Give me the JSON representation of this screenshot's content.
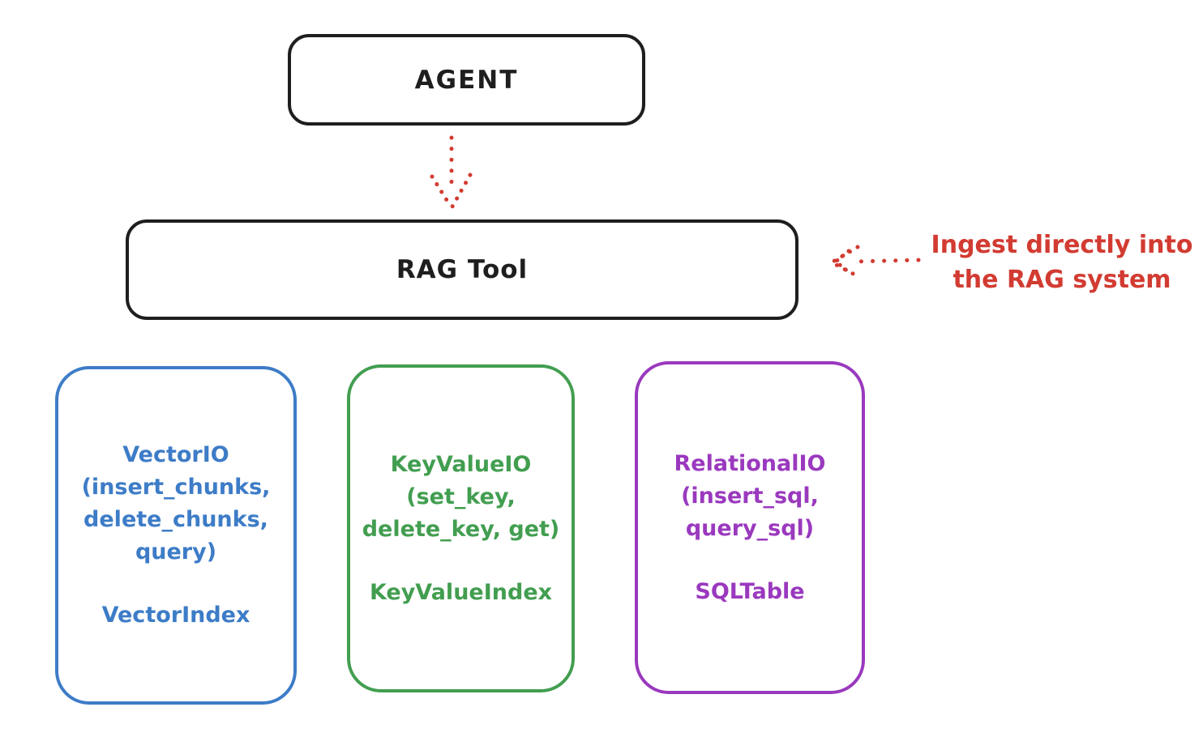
{
  "colors": {
    "stroke": "#1e1e1e",
    "red": "#d23b31",
    "blue": "#3d7cc7",
    "green": "#429e50",
    "purple": "#9a39be",
    "background": "#ffffff"
  },
  "agent": {
    "label": "AGENT"
  },
  "rag_tool": {
    "label": "RAG Tool"
  },
  "annotation": {
    "text": "Ingest directly into\nthe RAG system"
  },
  "backends": [
    {
      "name": "vector-io",
      "color": "#3d7cc7",
      "io_label": "VectorIO\n(insert_chunks,\ndelete_chunks,\nquery)",
      "index_label": "VectorIndex"
    },
    {
      "name": "keyvalue-io",
      "color": "#429e50",
      "io_label": "KeyValueIO\n(set_key,\ndelete_key, get)",
      "index_label": "KeyValueIndex"
    },
    {
      "name": "relational-io",
      "color": "#9a39be",
      "io_label": "RelationalIO\n(insert_sql,\nquery_sql)",
      "index_label": "SQLTable"
    }
  ]
}
